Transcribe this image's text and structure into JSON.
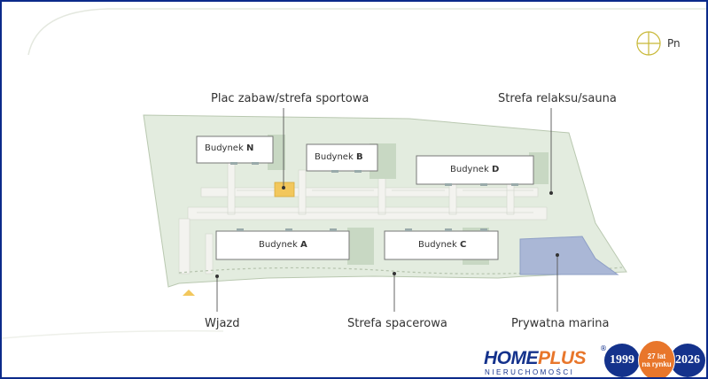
{
  "compass": {
    "label": "Pn"
  },
  "buildings": {
    "n": {
      "prefix": "Budynek",
      "letter": "N"
    },
    "b": {
      "prefix": "Budynek",
      "letter": "B"
    },
    "d": {
      "prefix": "Budynek",
      "letter": "D"
    },
    "a": {
      "prefix": "Budynek",
      "letter": "A"
    },
    "c": {
      "prefix": "Budynek",
      "letter": "C"
    }
  },
  "labels": {
    "playground": "Plac zabaw/strefa sportowa",
    "relax": "Strefa relaksu/sauna",
    "entrance": "Wjazd",
    "walk": "Strefa spacerowa",
    "marina": "Prywatna marina"
  },
  "logo": {
    "home": "HOME",
    "plus": "PLUS",
    "registered": "®",
    "subtitle": "NIERUCHOMOŚCI",
    "year_start": "1999",
    "years_line1": "27 lat",
    "years_line2": "na rynku",
    "year_end": "2026"
  },
  "colors": {
    "site_green": "#e3ecdf",
    "building_fill": "#ffffff",
    "water": "#aab7d6",
    "play_area": "#f2c75c",
    "compass": "#c8b836",
    "brand_blue": "#14328c",
    "brand_orange": "#e8762b"
  }
}
